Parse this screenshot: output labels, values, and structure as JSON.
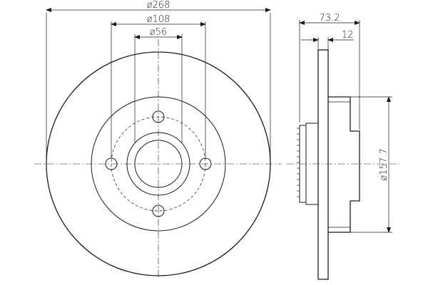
{
  "dimensions": {
    "outer_diameter": "ø268",
    "bolt_circle_diameter": "ø108",
    "center_bore_diameter": "ø56",
    "total_height": "73.2",
    "disc_thickness": "12",
    "hub_diameter": "ø157.7"
  },
  "colors": {
    "line": "#1a1a1a",
    "background": "#ffffff"
  }
}
